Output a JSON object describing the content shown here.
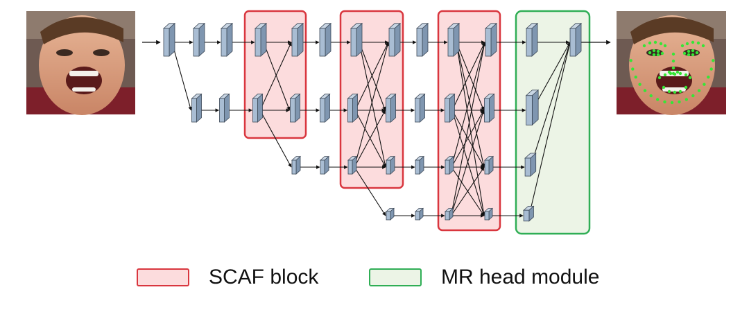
{
  "diagram": {
    "input_image": {
      "subject": "face photo",
      "alt": "input face"
    },
    "output_image": {
      "subject": "face photo with landmarks",
      "alt": "face with predicted landmarks"
    },
    "colors": {
      "scaf_border": "#d9363e",
      "scaf_fill": "#fcdcdd",
      "mr_border": "#2fae55",
      "mr_fill": "#ecf4e6",
      "feature_block": "#a9bdd3",
      "feature_block_edge": "#3a4656",
      "arrow": "#111111",
      "landmark": "#36e636"
    }
  },
  "legend": {
    "scaf_label": "SCAF block",
    "mr_label": "MR head module"
  }
}
